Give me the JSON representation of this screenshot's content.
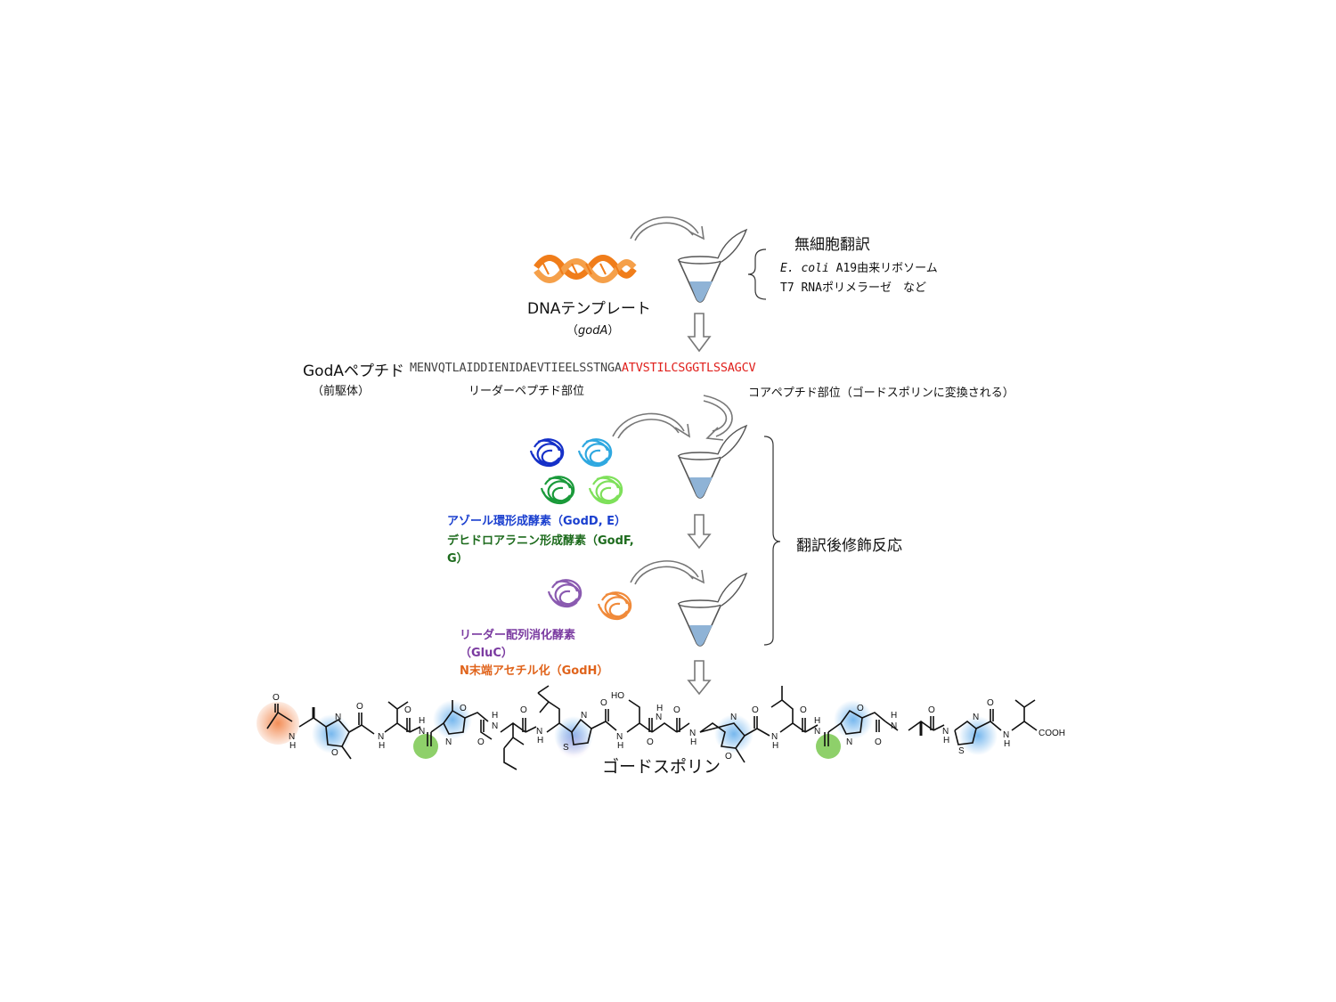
{
  "cell_free": {
    "title": "無細胞翻訳",
    "line1_italic": "E. coli",
    "line1_rest": " A19由来リボソーム",
    "line2": "T7 RNAポリメラーゼ　など"
  },
  "dna": {
    "label": "DNAテンプレート",
    "gene_open": "（",
    "gene": "godA",
    "gene_close": "）"
  },
  "peptide": {
    "name": "GodAペプチド",
    "sub": "（前駆体）",
    "leader_seq": "MENVQTLAIDDIENIDAEVTIEELSSTNGA",
    "core_seq": "ATVSTILCSGGTLSSAGCV",
    "leader_label": "リーダーペプチド部位",
    "core_label": "コアペプチド部位（ゴードスポリンに変換される）"
  },
  "enzymes": {
    "azole": "アゾール環形成酵素（GodD, E）",
    "dha_line1": "デヒドロアラニン形成酵素（GodF,",
    "dha_line2": "G）",
    "leader_digest_line1": "リーダー配列消化酵素",
    "leader_digest_line2": "（GluC）",
    "acetyl": "N末端アセチル化（GodH）"
  },
  "ptm_label": "翻訳後修飾反応",
  "product": {
    "name": "ゴードスポリン",
    "atoms": {
      "N": "N",
      "O": "O",
      "S": "S",
      "H": "H",
      "HO": "HO",
      "COOH": "COOH"
    }
  },
  "colors": {
    "dna": "#f07d1a",
    "core_seq": "#e0201c",
    "azole_text": "#1a3fcf",
    "dha_text": "#1d6b1d",
    "leader_digest_text": "#7a3aa0",
    "acetyl_text": "#e0641c",
    "enzyme_dark_blue": "#1530c8",
    "enzyme_light_blue": "#2fa8e0",
    "enzyme_dark_green": "#1a9a3a",
    "enzyme_light_green": "#7ee05a",
    "enzyme_purple": "#8a5ab0",
    "enzyme_orange": "#f08a3a",
    "highlight_blue": "#4aa0e8",
    "highlight_green": "#7ac850",
    "highlight_orange": "#f07a3a",
    "tube_liquid": "#8fb3d6"
  }
}
